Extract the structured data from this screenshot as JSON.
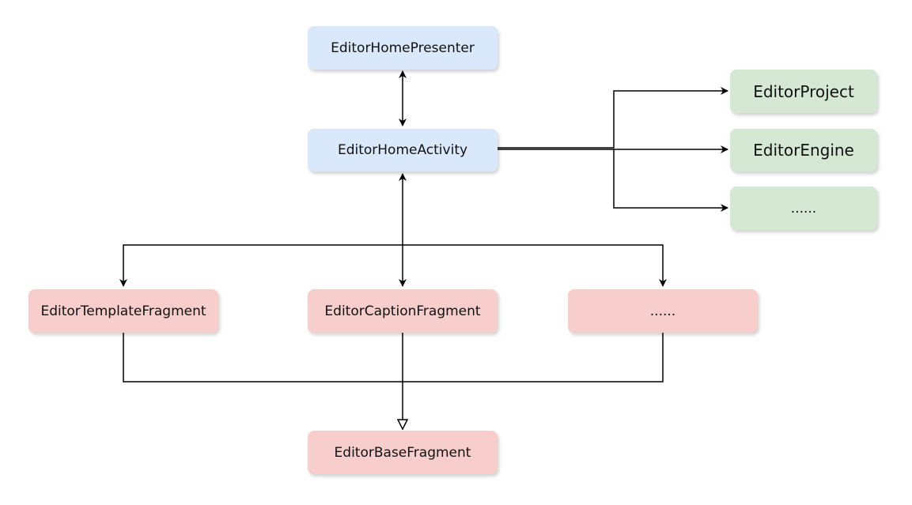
{
  "nodes": {
    "presenter": "EditorHomePresenter",
    "activity": "EditorHomeActivity",
    "project": "EditorProject",
    "engine": "EditorEngine",
    "more_green": "......",
    "template_fragment": "EditorTemplateFragment",
    "caption_fragment": "EditorCaptionFragment",
    "more_red": "......",
    "base_fragment": "EditorBaseFragment"
  },
  "colors": {
    "blue_fill": "#dae8fc",
    "green_fill": "#d5e8d4",
    "red_fill": "#f8cecc",
    "edge": "#000000"
  },
  "edges": [
    {
      "from": "EditorHomeActivity",
      "to": "EditorHomePresenter",
      "style": "bidirectional-arrow"
    },
    {
      "from": "EditorHomeActivity",
      "to": "EditorProject",
      "style": "arrow"
    },
    {
      "from": "EditorHomeActivity",
      "to": "EditorEngine",
      "style": "arrow"
    },
    {
      "from": "EditorHomeActivity",
      "to": "......",
      "style": "arrow"
    },
    {
      "from": "EditorHomeActivity",
      "to": "EditorTemplateFragment",
      "style": "arrow"
    },
    {
      "from": "EditorHomeActivity",
      "to": "EditorCaptionFragment",
      "style": "bidirectional-arrow"
    },
    {
      "from": "EditorHomeActivity",
      "to": "......",
      "style": "arrow"
    },
    {
      "from": "EditorTemplateFragment",
      "to": "EditorBaseFragment",
      "style": "inheritance"
    },
    {
      "from": "EditorCaptionFragment",
      "to": "EditorBaseFragment",
      "style": "inheritance"
    },
    {
      "from": "......",
      "to": "EditorBaseFragment",
      "style": "inheritance"
    }
  ]
}
